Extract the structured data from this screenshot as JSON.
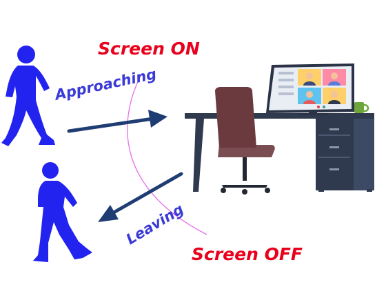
{
  "labels": {
    "screen_on": "Screen ON",
    "screen_off": "Screen OFF",
    "approaching": "Approaching",
    "leaving": "Leaving"
  },
  "colors": {
    "screen_status_text": "#e8001c",
    "motion_text": "#3a3ad6",
    "person": "#2323f0",
    "arrow": "#1f3d73",
    "detection_arc": "#e66ee6",
    "desk": "#2f3a4f",
    "desk_cabinet": "#3c4a63",
    "chair": "#6b3a3f",
    "monitor_frame": "#2b3346",
    "mug": "#6fa63a"
  },
  "icons": {
    "person_approaching": "walking-person-icon",
    "person_leaving": "walking-person-icon",
    "workstation": "desk-with-monitor-icon",
    "video_call": "video-call-participants-icon"
  }
}
